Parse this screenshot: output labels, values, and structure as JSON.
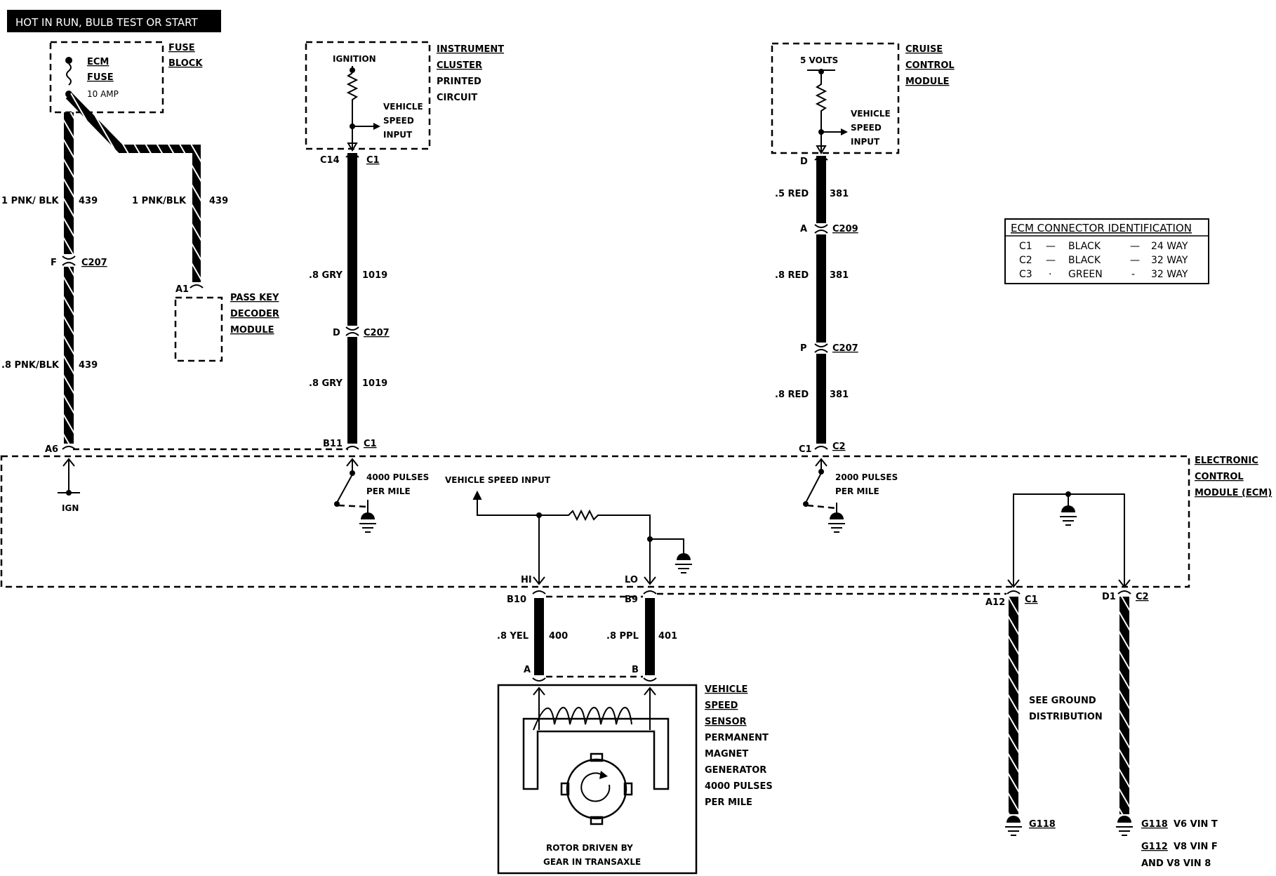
{
  "header": {
    "title": "HOT IN RUN, BULB TEST OR START"
  },
  "fuse_block": {
    "fuse_name_1": "ECM",
    "fuse_name_2": "FUSE",
    "fuse_rating": "10 AMP",
    "label_1": "FUSE",
    "label_2": "BLOCK"
  },
  "wires": {
    "w439_left_top": {
      "size": "1 PNK/ BLK",
      "circuit": "439"
    },
    "w439_branch": {
      "size": "1 PNK/BLK",
      "circuit": "439"
    },
    "w439_left_bottom": {
      "size": ".8 PNK/BLK",
      "circuit": "439"
    },
    "w1019_top": {
      "size": ".8 GRY",
      "circuit": "1019"
    },
    "w1019_bottom": {
      "size": ".8 GRY",
      "circuit": "1019"
    },
    "w381_top": {
      "size": ".5 RED",
      "circuit": "381"
    },
    "w381_mid": {
      "size": ".8 RED",
      "circuit": "381"
    },
    "w381_bottom": {
      "size": ".8 RED",
      "circuit": "381"
    },
    "w400": {
      "size": ".8 YEL",
      "circuit": "400"
    },
    "w401": {
      "size": ".8 PPL",
      "circuit": "401"
    }
  },
  "connectors": {
    "left_f": {
      "pin": "F",
      "name": "C207"
    },
    "pass_key_a1": {
      "pin": "A1"
    },
    "ecm_a6": {
      "pin": "A6"
    },
    "cluster_c14": {
      "pin": "C14",
      "name": "C1"
    },
    "cluster_d": {
      "pin": "D",
      "name": "C207"
    },
    "ecm_b11": {
      "pin": "B11",
      "name": "C1"
    },
    "cruise_d": {
      "pin": "D"
    },
    "cruise_a": {
      "pin": "A",
      "name": "C209"
    },
    "cruise_p": {
      "pin": "P",
      "name": "C207"
    },
    "ecm_c1": {
      "pin": "C1",
      "name": "C2"
    },
    "ecm_b10": {
      "pin": "B10"
    },
    "ecm_b9": {
      "pin": "B9"
    },
    "sensor_a": {
      "pin": "A"
    },
    "sensor_b": {
      "pin": "B"
    },
    "ecm_a12": {
      "pin": "A12",
      "name": "C1"
    },
    "ecm_d1": {
      "pin": "D1",
      "name": "C2"
    }
  },
  "pass_key": {
    "line1": "PASS KEY",
    "line2": "DECODER",
    "line3": "MODULE"
  },
  "instrument_cluster": {
    "ignition": "IGNITION",
    "input_1": "VEHICLE",
    "input_2": "SPEED",
    "input_3": "INPUT",
    "label_1": "INSTRUMENT",
    "label_2": "CLUSTER",
    "label_3": "PRINTED",
    "label_4": "CIRCUIT"
  },
  "cruise_module": {
    "supply": "5 VOLTS",
    "input_1": "VEHICLE",
    "input_2": "SPEED",
    "input_3": "INPUT",
    "label_1": "CRUISE",
    "label_2": "CONTROL",
    "label_3": "MODULE"
  },
  "connector_table": {
    "title": "ECM CONNECTOR IDENTIFICATION",
    "rows": [
      {
        "id": "C1",
        "dash1": "—",
        "color": "BLACK",
        "dash2": "—",
        "size": "24 WAY"
      },
      {
        "id": "C2",
        "dash1": "—",
        "color": "BLACK",
        "dash2": "—",
        "size": "32 WAY"
      },
      {
        "id": "C3",
        "dash1": "·",
        "color": "GREEN",
        "dash2": "-",
        "size": "32 WAY"
      }
    ]
  },
  "ecm": {
    "label_1": "ELECTRONIC",
    "label_2": "CONTROL",
    "label_3": "MODULE (ECM)",
    "ign": "IGN",
    "pulses_4000_1": "4000 PULSES",
    "pulses_4000_2": "PER MILE",
    "pulses_2000_1": "2000 PULSES",
    "pulses_2000_2": "PER MILE",
    "vehicle_speed_input": "VEHICLE SPEED INPUT",
    "hi": "HI",
    "lo": "LO"
  },
  "sensor": {
    "label_1": "VEHICLE",
    "label_2": "SPEED",
    "label_3": "SENSOR",
    "desc_1": "PERMANENT",
    "desc_2": "MAGNET",
    "desc_3": "GENERATOR",
    "desc_4": "4000  PULSES",
    "desc_5": "PER MILE",
    "rotor_1": "ROTOR DRIVEN BY",
    "rotor_2": "GEAR IN TRANSAXLE"
  },
  "ground": {
    "see_1": "SEE GROUND",
    "see_2": "DISTRIBUTION",
    "g118_left": "G118",
    "g118_right": "G118",
    "g118_right_note": "V6 VIN T",
    "g112": "G112",
    "g112_note": "V8 VIN F",
    "g112_note2": "AND V8 VIN 8"
  }
}
